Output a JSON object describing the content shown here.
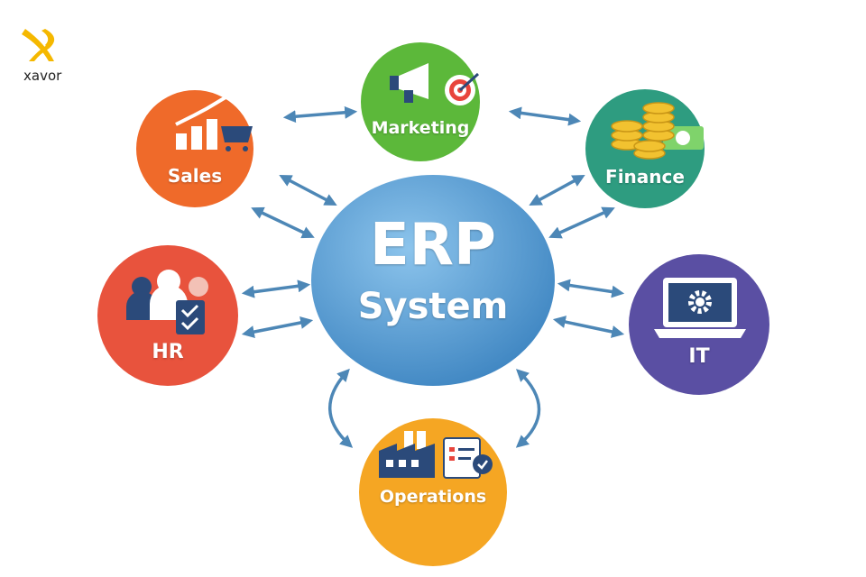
{
  "logo": {
    "text": "xavor"
  },
  "center": {
    "line1": "ERP",
    "line2": "System",
    "color": "#4f97cf"
  },
  "modules": [
    {
      "label": "Marketing",
      "color": "#5cb83a",
      "icon": "megaphone-target-icon"
    },
    {
      "label": "Sales",
      "color": "#ef6a2a",
      "icon": "chart-cart-icon"
    },
    {
      "label": "Finance",
      "color": "#2e9c80",
      "icon": "coins-cash-icon"
    },
    {
      "label": "HR",
      "color": "#e8533d",
      "icon": "people-check-icon"
    },
    {
      "label": "IT",
      "color": "#5a4fa3",
      "icon": "laptop-gear-icon"
    },
    {
      "label": "Operations",
      "color": "#f5a623",
      "icon": "factory-clipboard-icon"
    }
  ],
  "arrow_color": "#4d87b6"
}
